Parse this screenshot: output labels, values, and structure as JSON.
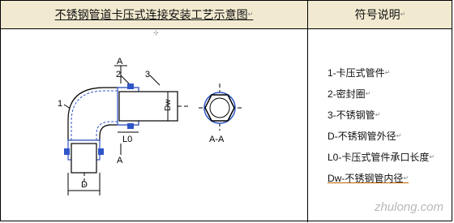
{
  "table": {
    "header_left": "不锈钢管道卡压式连接安装工艺示意图",
    "header_right": "符号说明",
    "edit_mark": "↵"
  },
  "diagram": {
    "callout_1": "1",
    "callout_2": "2",
    "callout_3": "3",
    "section_mark_top": "A",
    "section_mark_bottom": "A",
    "dim_dw": "Dw",
    "dim_l0": "L0",
    "dim_d": "D",
    "section_label": "A-A"
  },
  "legend": {
    "items": [
      "1-卡压式管件",
      "2-密封圈",
      "3-不锈钢管",
      "D-不锈钢管外径",
      "L0-卡压式管件承口长度",
      "Dw-不锈钢管内径"
    ]
  },
  "watermark": "zhulong.com",
  "colors": {
    "header_bg": "#f2ead0",
    "fitting_blue": "#2f55c8",
    "underline_orange": "#c06000"
  }
}
